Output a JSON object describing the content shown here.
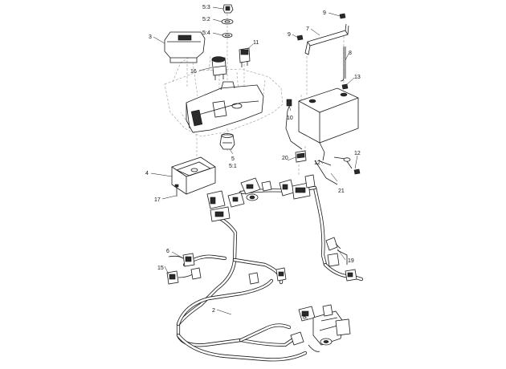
{
  "callouts": {
    "c53": "5:3",
    "c52": "5:2",
    "c54": "5:4",
    "c3": "3",
    "c16": "16",
    "c11": "11",
    "c9a": "9",
    "c9b": "9",
    "c7": "7",
    "c8": "8",
    "c13": "13",
    "c10": "10",
    "c5": "5",
    "c51": "5:1",
    "c20": "20",
    "c12a": "12",
    "c12b": "12",
    "c4": "4",
    "c21": "21",
    "c17": "17",
    "c6a": "6",
    "c15": "15",
    "c19": "19",
    "c2": "2",
    "c6b": "6"
  }
}
